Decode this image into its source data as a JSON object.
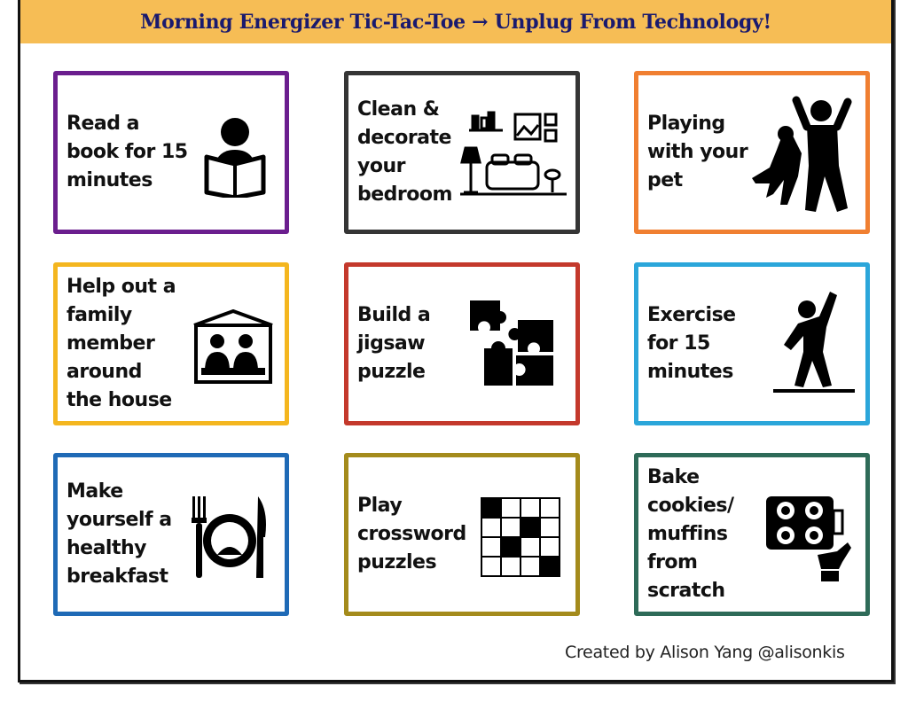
{
  "title": "Morning Energizer Tic-Tac-Toe → Unplug From Technology!",
  "cards": [
    {
      "label": "Read a\nbook for 15\nminutes",
      "icon": "reading-person-icon",
      "color": "#6b1e8e"
    },
    {
      "label": "Clean &\ndecorate\nyour\nbedroom",
      "icon": "bedroom-icon",
      "color": "#353535"
    },
    {
      "label": "Playing\nwith your\npet",
      "icon": "person-with-dog-icon",
      "color": "#f07f31"
    },
    {
      "label": "Help out a\nfamily\nmember\naround\nthe house",
      "icon": "family-house-icon",
      "color": "#f4b61f"
    },
    {
      "label": "Build a\n jigsaw\npuzzle",
      "icon": "jigsaw-puzzle-icon",
      "color": "#c4392c"
    },
    {
      "label": "Exercise\nfor 15\nminutes",
      "icon": "exercising-person-icon",
      "color": "#2ba6da"
    },
    {
      "label": "Make\nyourself a\nhealthy\nbreakfast",
      "icon": "plate-fork-knife-icon",
      "color": "#1f6ab6"
    },
    {
      "label": "Play\ncrossword\npuzzles",
      "icon": "crossword-grid-icon",
      "color": "#a48b1c"
    },
    {
      "label": "Bake\ncookies/\nmuffins\nfrom\nscratch",
      "icon": "muffin-tray-icon",
      "color": "#2e6b58"
    }
  ],
  "credit": "Created by Alison Yang @alisonkis"
}
